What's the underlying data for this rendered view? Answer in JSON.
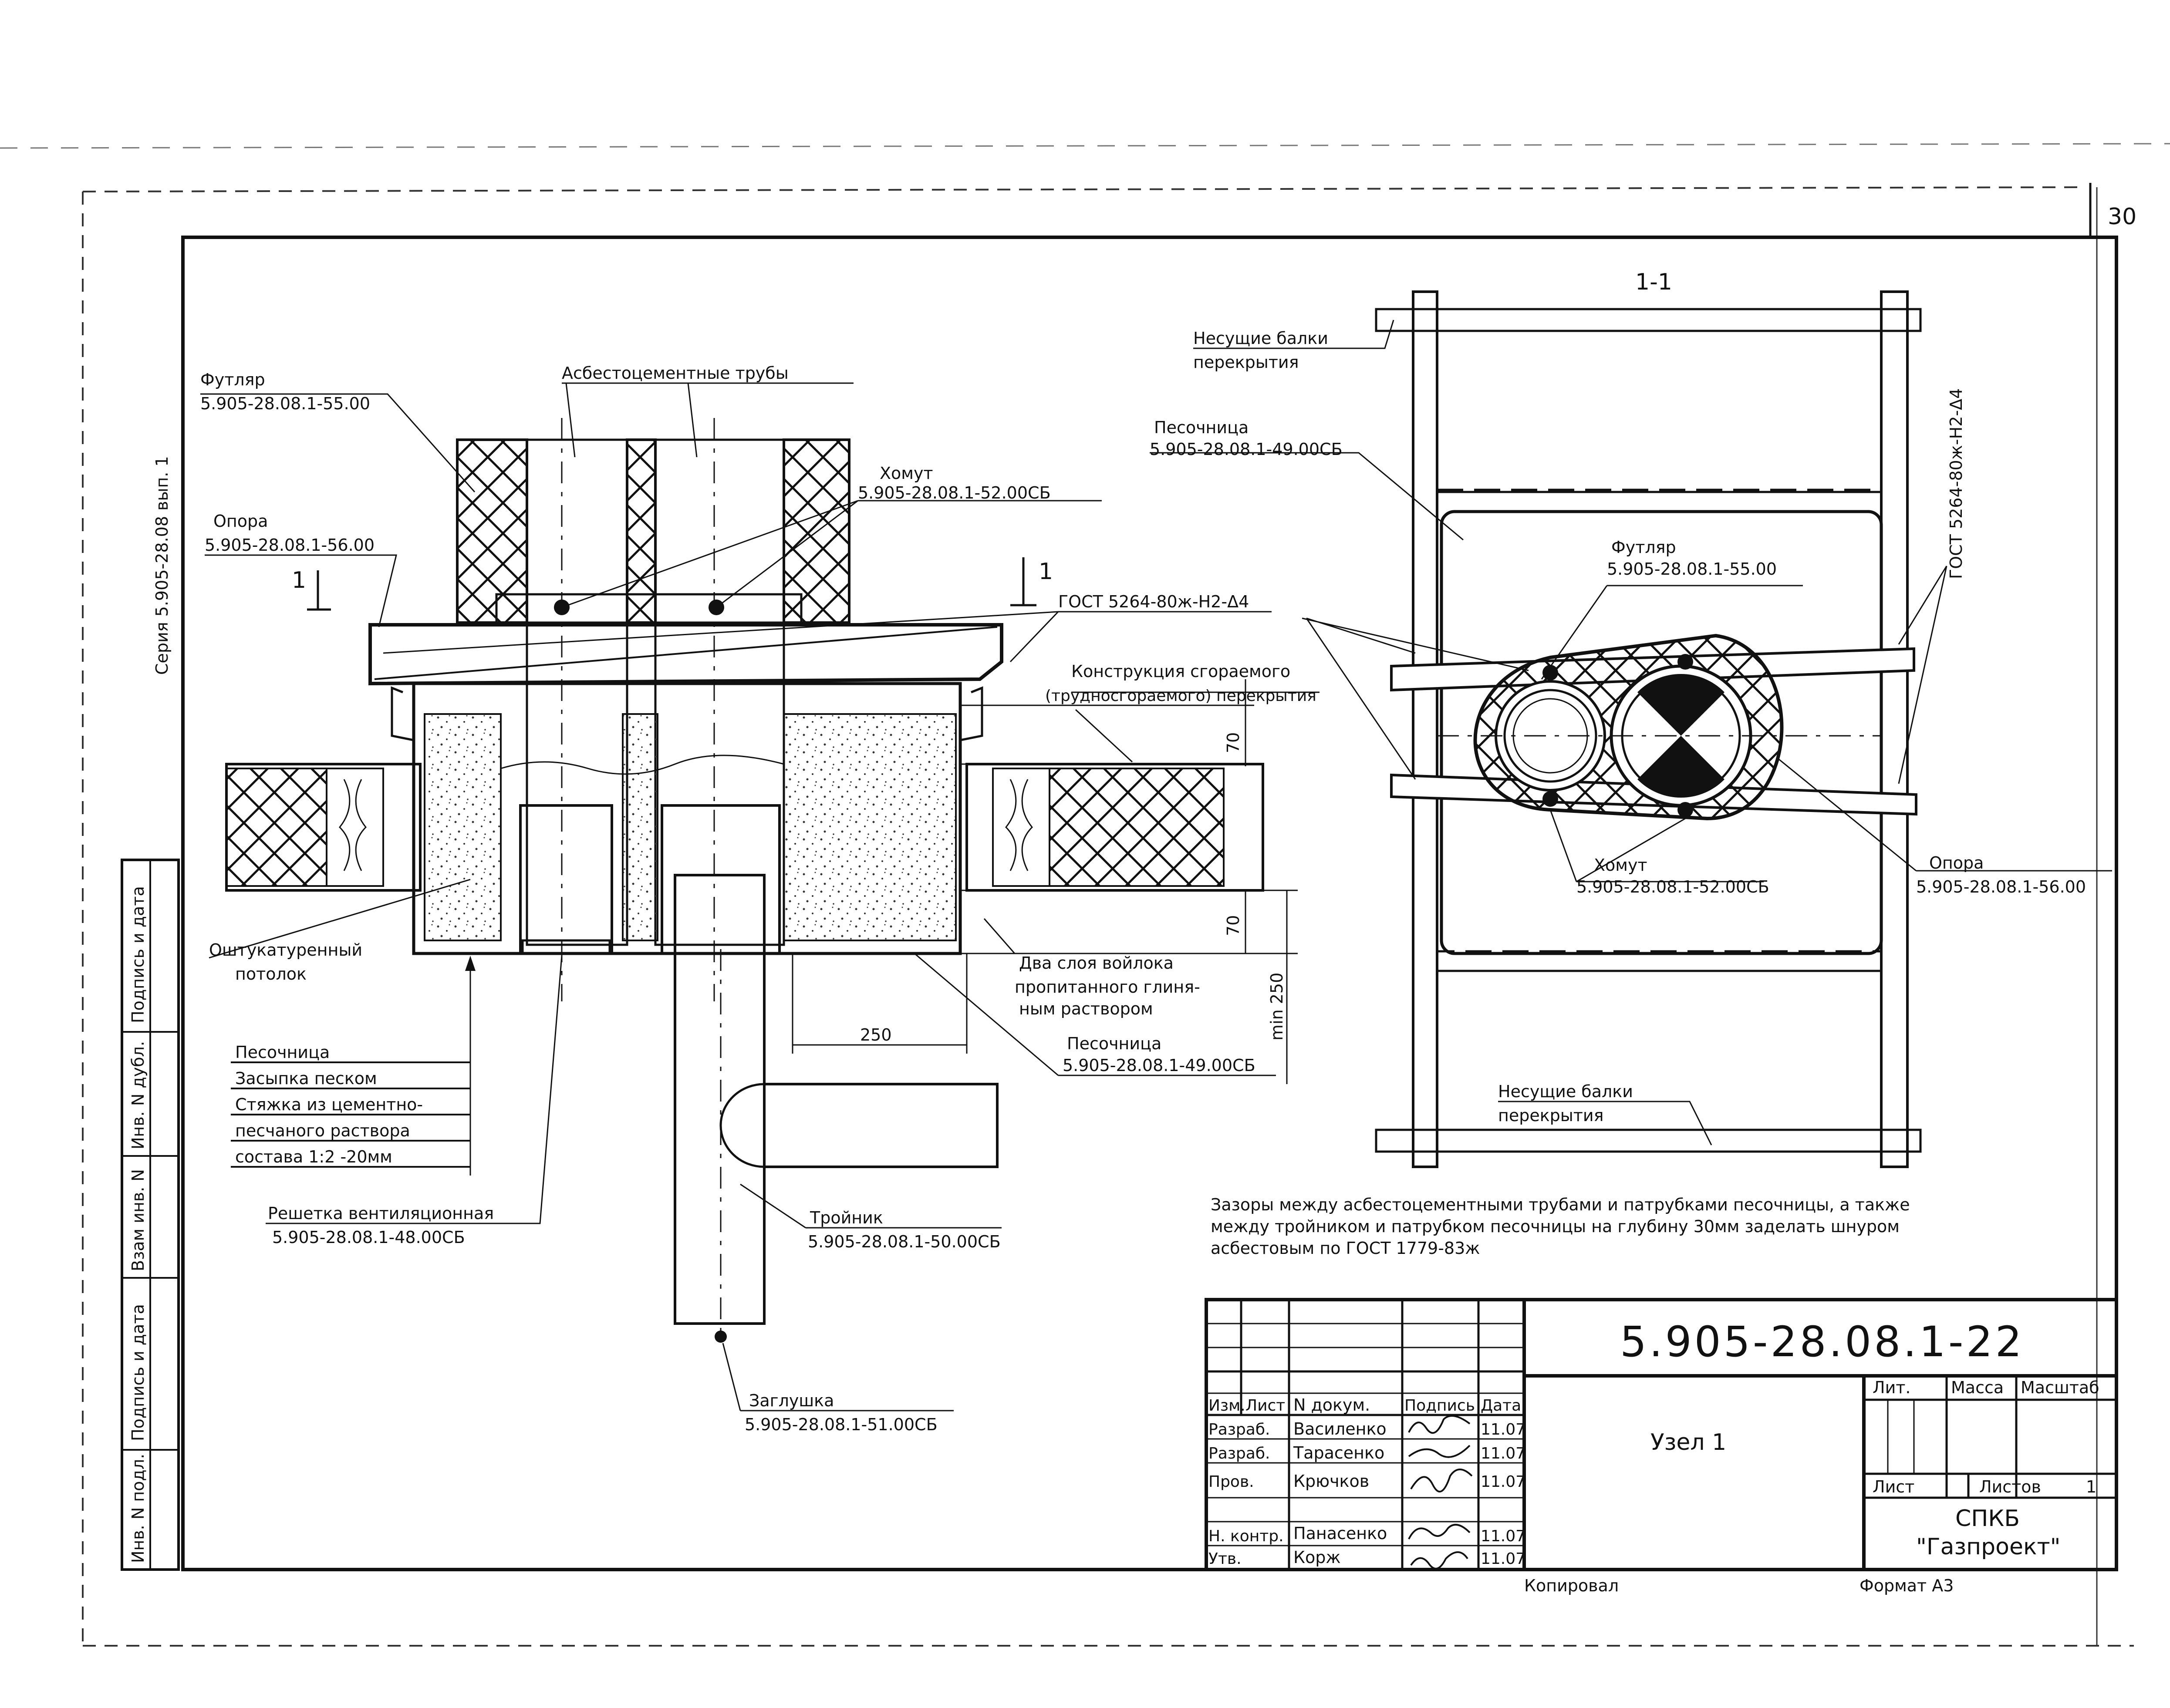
{
  "sheet": {
    "page_number": "30",
    "series": "Серия 5.905-28.08 вып. 1",
    "section_label": "1-1",
    "cut_mark": "1"
  },
  "left_view": {
    "futlyar": {
      "name": "Футляр",
      "code": "5.905-28.08.1-55.00"
    },
    "asbest_pipes": "Асбестоцементные трубы",
    "homut": {
      "name": "Хомут",
      "code": "5.905-28.08.1-52.00СБ"
    },
    "opora": {
      "name": "Опора",
      "code": "5.905-28.08.1-56.00"
    },
    "gost_weld": "ГОСТ 5264-80ж-Н2-Δ4",
    "construction": {
      "line1": "Конструкция сгораемого",
      "line2": "(трудносгораемого) перекрытия"
    },
    "dim_70_top": "70",
    "dim_70_bottom": "70",
    "dim_250_min": "min 250",
    "dim_250": "250",
    "plaster": {
      "line1": "Оштукатуренный",
      "line2": "потолок"
    },
    "felt": {
      "line1": "Два слоя войлока",
      "line2": "пропитанного глиня-",
      "line3": "ным раствором"
    },
    "pesochnitsa_right": {
      "name": "Песочница",
      "code": "5.905-28.08.1-49.00СБ"
    },
    "sandbox_list": [
      "Песочница",
      "Засыпка песком",
      "Стяжка из цементно-",
      "песчаного раствора",
      "состава 1:2      -20мм"
    ],
    "grid": {
      "name": "Решетка вентиляционная",
      "code": "5.905-28.08.1-48.00СБ"
    },
    "tee": {
      "name": "Тройник",
      "code": "5.905-28.08.1-50.00СБ"
    },
    "plug": {
      "name": "Заглушка",
      "code": "5.905-28.08.1-51.00СБ"
    }
  },
  "right_view": {
    "beams_top": {
      "line1": "Несущие балки",
      "line2": "перекрытия"
    },
    "pesochnitsa": {
      "name": "Песочница",
      "code": "5.905-28.08.1-49.00СБ"
    },
    "futlyar": {
      "name": "Футляр",
      "code": "5.905-28.08.1-55.00"
    },
    "gost_weld": "ГОСТ 5264-80ж-Н2-Δ4",
    "homut": {
      "name": "Хомут",
      "code": "5.905-28.08.1-52.00СБ"
    },
    "opora": {
      "name": "Опора",
      "code": "5.905-28.08.1-56.00"
    },
    "beams_bottom": {
      "line1": "Несущие балки",
      "line2": "перекрытия"
    }
  },
  "note": {
    "line1": "Зазоры между асбестоцементными трубами и патрубками песочницы, а также",
    "line2": "между тройником и патрубком песочницы на глубину 30мм заделать шнуром",
    "line3": "асбестовым по ГОСТ 1779-83ж"
  },
  "left_strip": {
    "cells": [
      "Подпись и дата",
      "Инв. N дубл.",
      "Взам инв. N",
      "Подпись и дата",
      "Инв. N подл."
    ]
  },
  "title_block": {
    "doc_number": "5.905-28.08.1-22",
    "title": "Узел 1",
    "headers": [
      "Изм.",
      "Лист",
      "N докум.",
      "Подпись",
      "Дата"
    ],
    "rows": [
      {
        "role": "Разраб.",
        "name": "Василенко",
        "date": "11.07"
      },
      {
        "role": "Разраб.",
        "name": "Тарасенко",
        "date": "11.07"
      },
      {
        "role": "Пров.",
        "name": "Крючков",
        "date": "11.07"
      },
      {
        "role": "Н. контр.",
        "name": "Панасенко",
        "date": "11.07"
      },
      {
        "role": "Утв.",
        "name": "Корж",
        "date": "11.07"
      }
    ],
    "lit_header": "Лит.",
    "mass_header": "Масса",
    "scale_header": "Масштаб",
    "sheet_label": "Лист",
    "sheets_label": "Листов",
    "sheets_value": "1",
    "org_line1": "СПКБ",
    "org_line2": "\"Газпроект\"",
    "copied": "Копировал",
    "format": "Формат А3"
  }
}
